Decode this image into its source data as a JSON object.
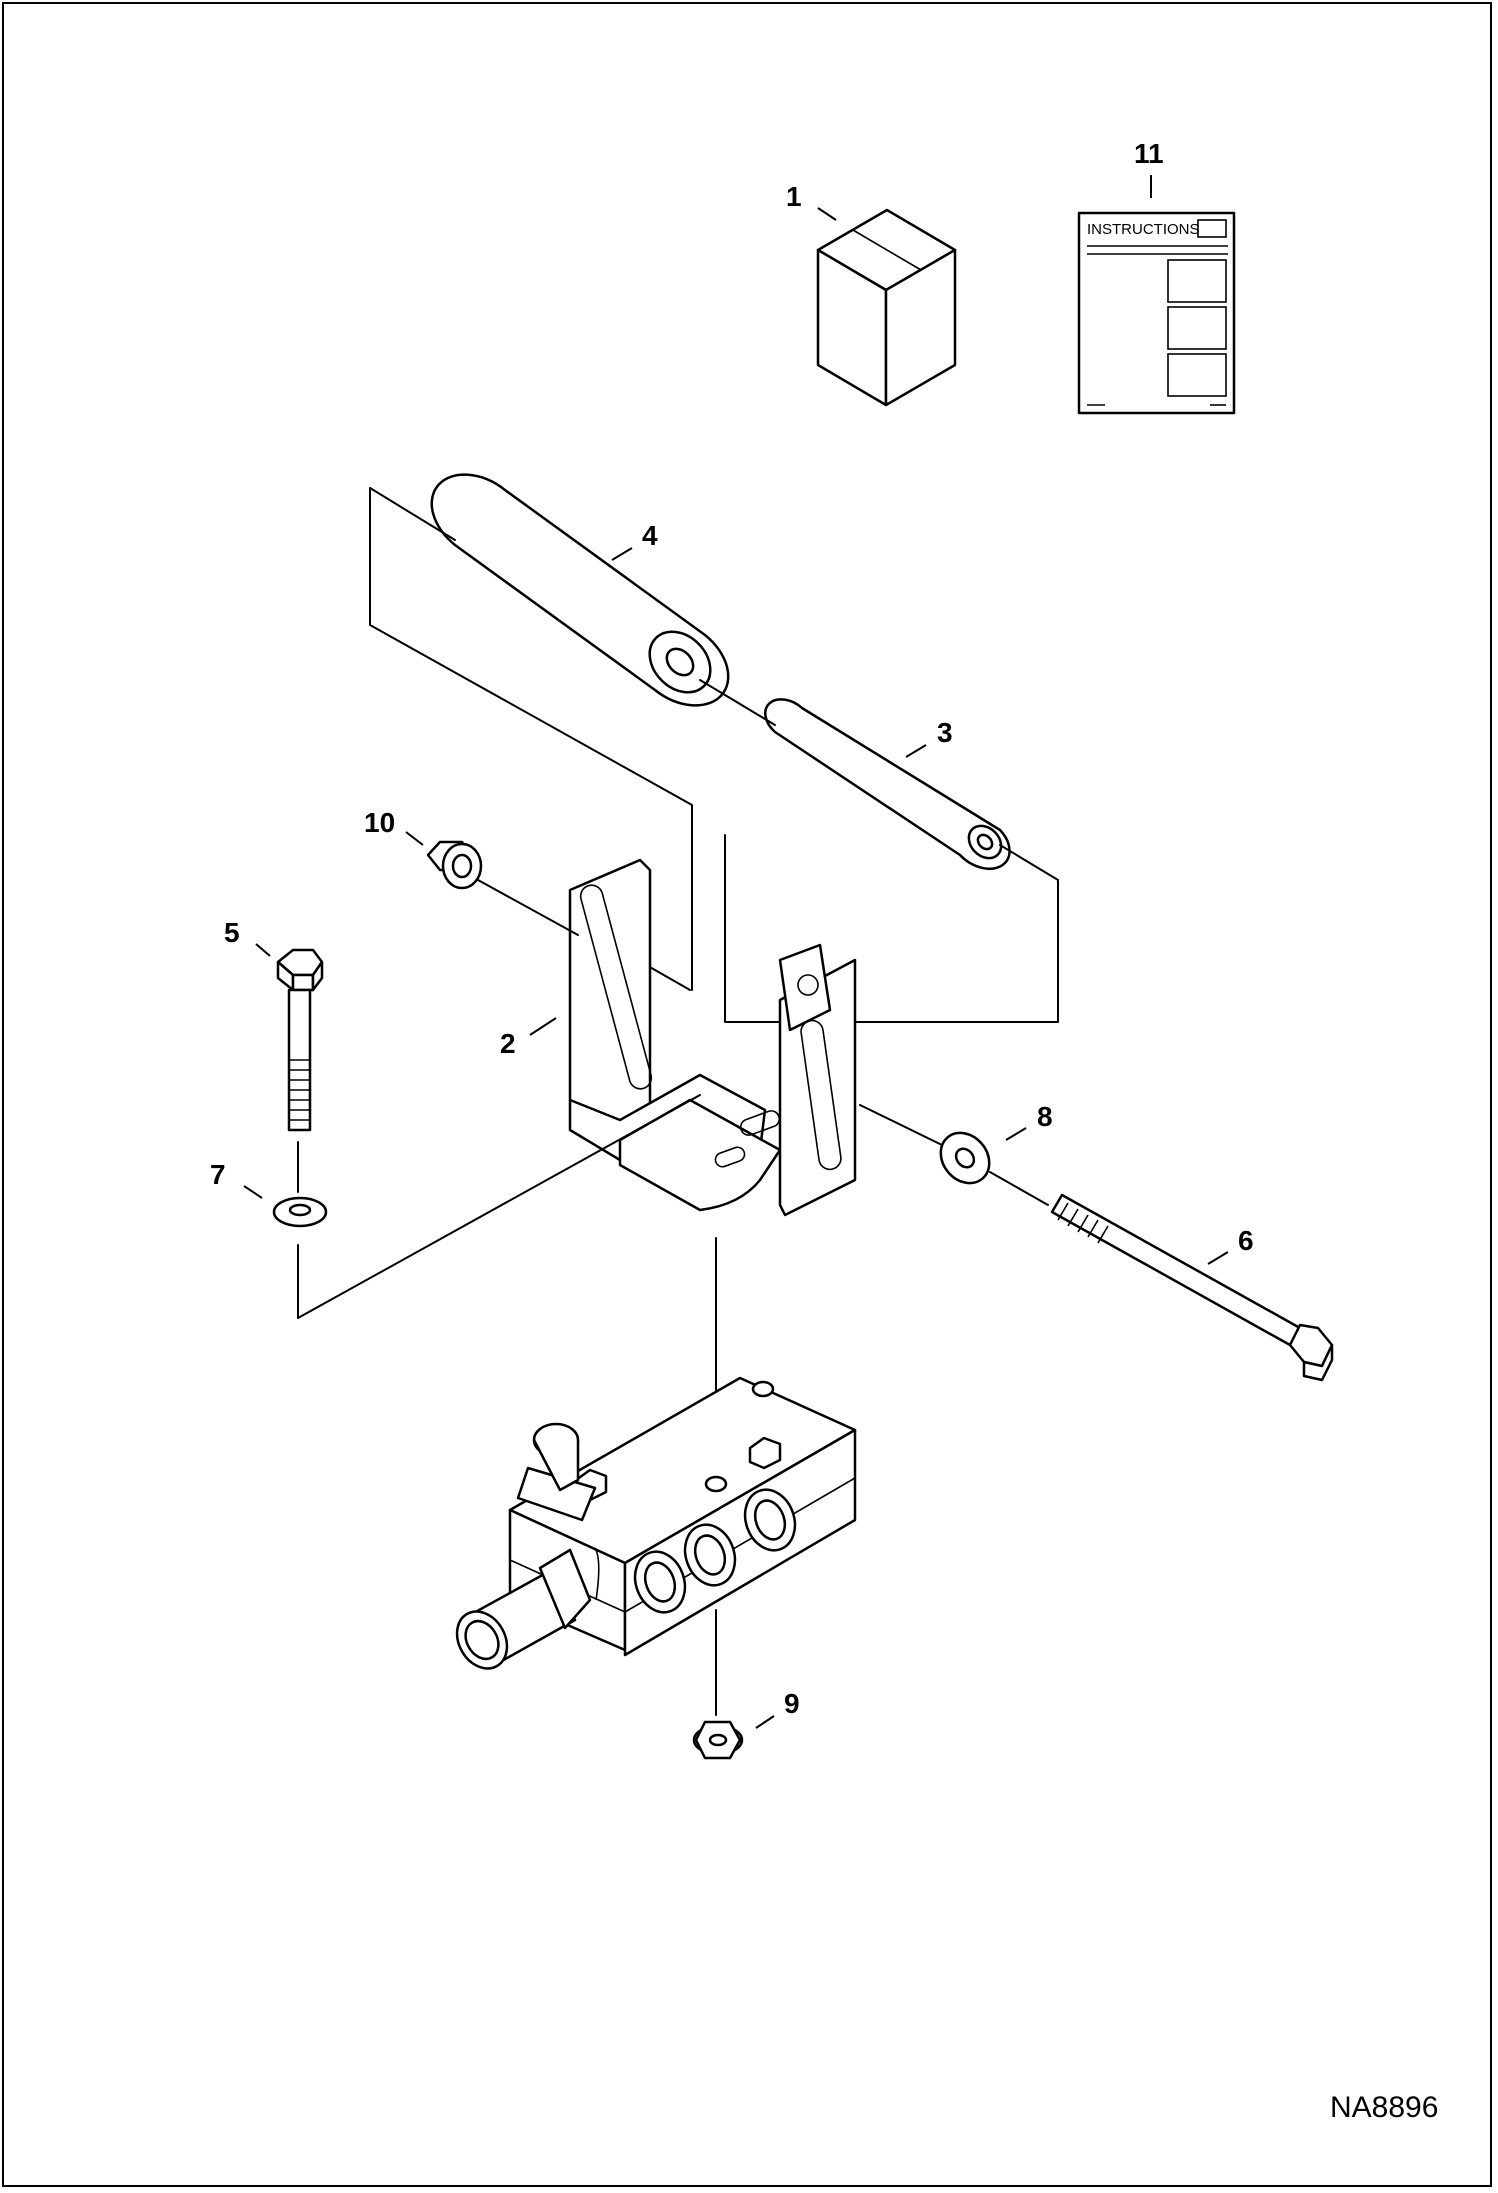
{
  "diagram": {
    "drawing_number": "NA8896",
    "callouts": [
      "1",
      "2",
      "3",
      "4",
      "5",
      "6",
      "7",
      "8",
      "9",
      "10",
      "11"
    ],
    "manual_title": "INSTRUCTIONS"
  }
}
